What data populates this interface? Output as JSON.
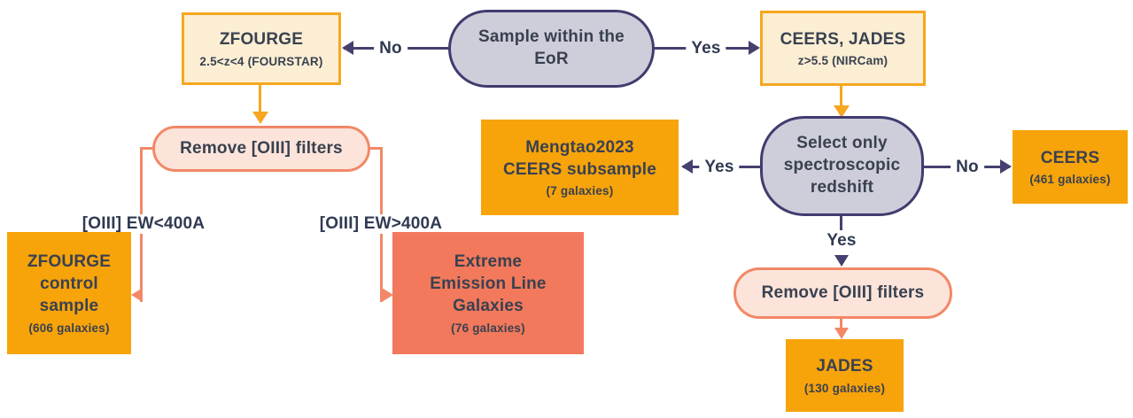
{
  "palette": {
    "navy_line": "#44416f",
    "pill_fill": "#cecdda",
    "pill_border": "#3f3c6e",
    "cream_fill": "#fbeed3",
    "orange_border": "#f6a71f",
    "orange_fill": "#f7a30a",
    "salmon_fill": "#f2795b",
    "pink_fill": "#fce4da",
    "salmon_border": "#f28866",
    "text_dark": "#394150",
    "label_dark": "#303a52"
  },
  "nodes": {
    "eor": {
      "title": "Sample within the\nEoR"
    },
    "zfourge": {
      "title": "ZFOURGE",
      "subtitle": "2.5<z<4 (FOURSTAR)"
    },
    "ceers_jades": {
      "title": "CEERS, JADES",
      "subtitle": "z>5.5 (NIRCam)"
    },
    "remove_oiii_left": {
      "title": "Remove [OIII] filters"
    },
    "zfourge_control": {
      "title": "ZFOURGE\ncontrol\nsample",
      "subtitle": "(606 galaxies)"
    },
    "eelg": {
      "title": "Extreme\nEmission Line\nGalaxies",
      "subtitle": "(76 galaxies)"
    },
    "mengtao": {
      "title": "Mengtao2023\nCEERS subsample",
      "subtitle": "(7 galaxies)"
    },
    "select_spec": {
      "title": "Select only\nspectroscopic\nredshift"
    },
    "ceers": {
      "title": "CEERS",
      "subtitle": "(461 galaxies)"
    },
    "remove_oiii_right": {
      "title": "Remove [OIII] filters"
    },
    "jades": {
      "title": "JADES",
      "subtitle": "(130 galaxies)"
    }
  },
  "edge_labels": {
    "no_zfourge": "No",
    "yes_ceers_jades": "Yes",
    "ew_lt_400": "[OIII] EW<400A",
    "ew_gt_400": "[OIII] EW>400A",
    "yes_mengtao": "Yes",
    "no_ceers": "No",
    "yes_remove": "Yes"
  }
}
